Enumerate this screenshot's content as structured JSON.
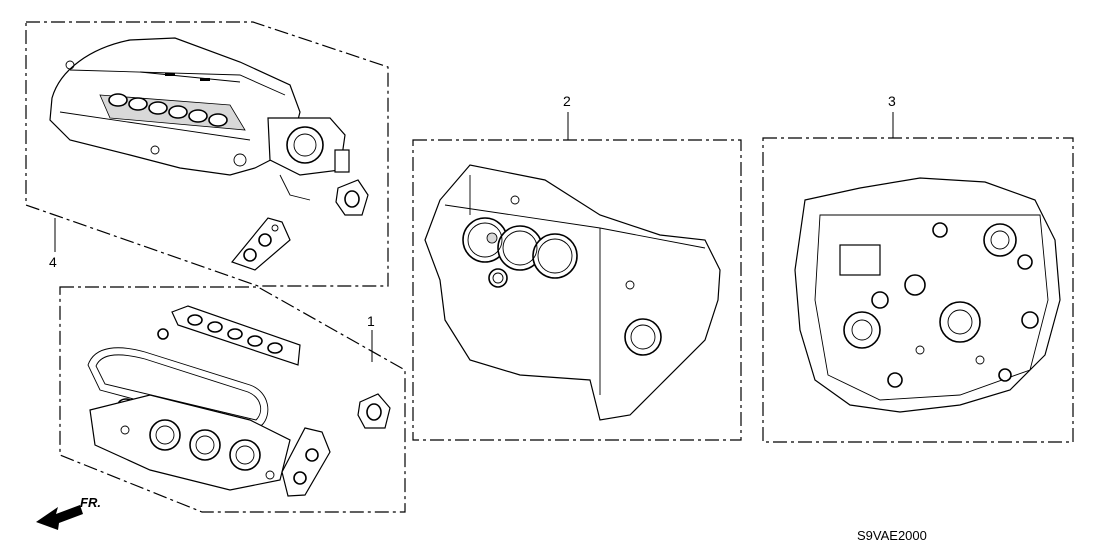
{
  "diagram": {
    "callouts": [
      {
        "id": "1",
        "label": "1"
      },
      {
        "id": "2",
        "label": "2"
      },
      {
        "id": "3",
        "label": "3"
      },
      {
        "id": "4",
        "label": "4"
      }
    ],
    "direction_label": "FR.",
    "diagram_code": "S9VAE2000"
  }
}
